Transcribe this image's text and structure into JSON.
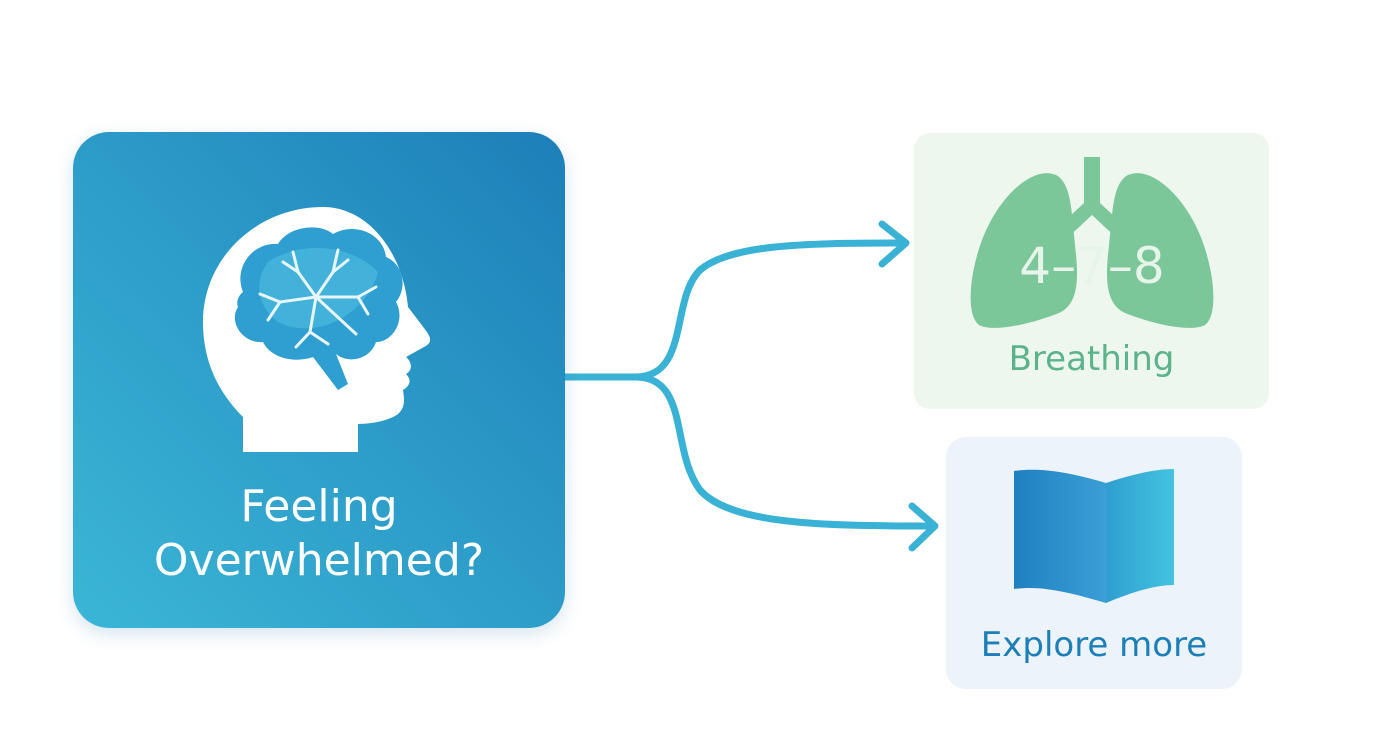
{
  "main_card": {
    "title_line1": "Feeling",
    "title_line2": "Overwhelmed?",
    "icon": "head-brain-icon"
  },
  "breathing_card": {
    "label": "Breathing",
    "pattern_text": "4–7–8",
    "icon": "lungs-icon"
  },
  "explore_card": {
    "label": "Explore more",
    "icon": "map-icon"
  },
  "colors": {
    "main_gradient": [
      "#3bb6d6",
      "#1d7fb8"
    ],
    "connector": "#3ab2d6",
    "breathing_bg": "#eef7ee",
    "breathing_accent": "#5bb38a",
    "explore_bg": "#ecf3fa",
    "explore_accent": "#1d7fb8"
  }
}
